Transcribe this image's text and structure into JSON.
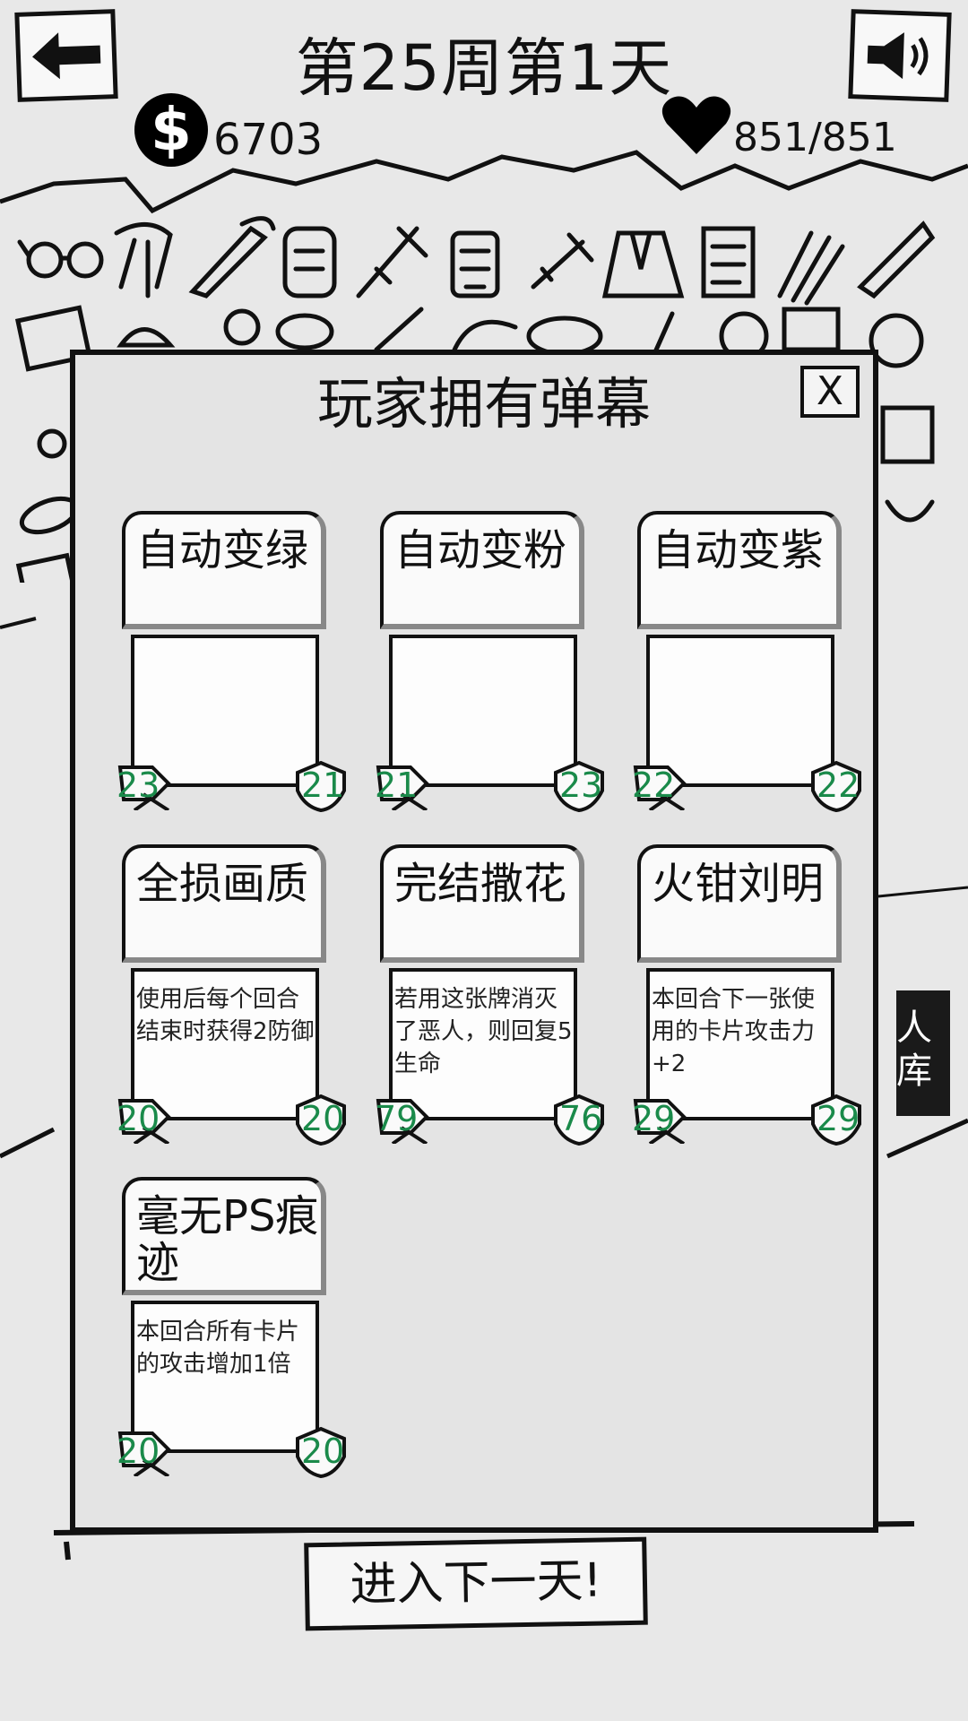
{
  "header": {
    "title": "第25周第1天",
    "money": "6703",
    "money_symbol": "$",
    "hp": "851/851"
  },
  "side_button": {
    "label": "人\n库"
  },
  "panel": {
    "title": "玩家拥有弹幕",
    "close_label": "X"
  },
  "cards": [
    {
      "name": "自动变绿",
      "desc": "",
      "attack": "23",
      "defense": "21"
    },
    {
      "name": "自动变粉",
      "desc": "",
      "attack": "21",
      "defense": "23"
    },
    {
      "name": "自动变紫",
      "desc": "",
      "attack": "22",
      "defense": "22"
    },
    {
      "name": "全损画质",
      "desc": "使用后每个回合结束时获得2防御",
      "attack": "20",
      "defense": "20"
    },
    {
      "name": "完结撒花",
      "desc": "若用这张牌消灭了恶人，则回复5生命",
      "attack": "79",
      "defense": "76"
    },
    {
      "name": "火钳刘明",
      "desc": "本回合下一张使用的卡片攻击力+2",
      "attack": "29",
      "defense": "29"
    },
    {
      "name": "毫无PS痕迹",
      "desc": "本回合所有卡片的攻击增加1倍",
      "attack": "20",
      "defense": "20"
    }
  ],
  "next_day_button": "进入下一天!",
  "icons": {
    "back": "back-arrow-icon",
    "sound": "speaker-icon",
    "money": "dollar-coin-icon",
    "hp": "heart-icon"
  },
  "colors": {
    "stat_number": "#1a8a4a",
    "background": "#e6e6e6"
  }
}
